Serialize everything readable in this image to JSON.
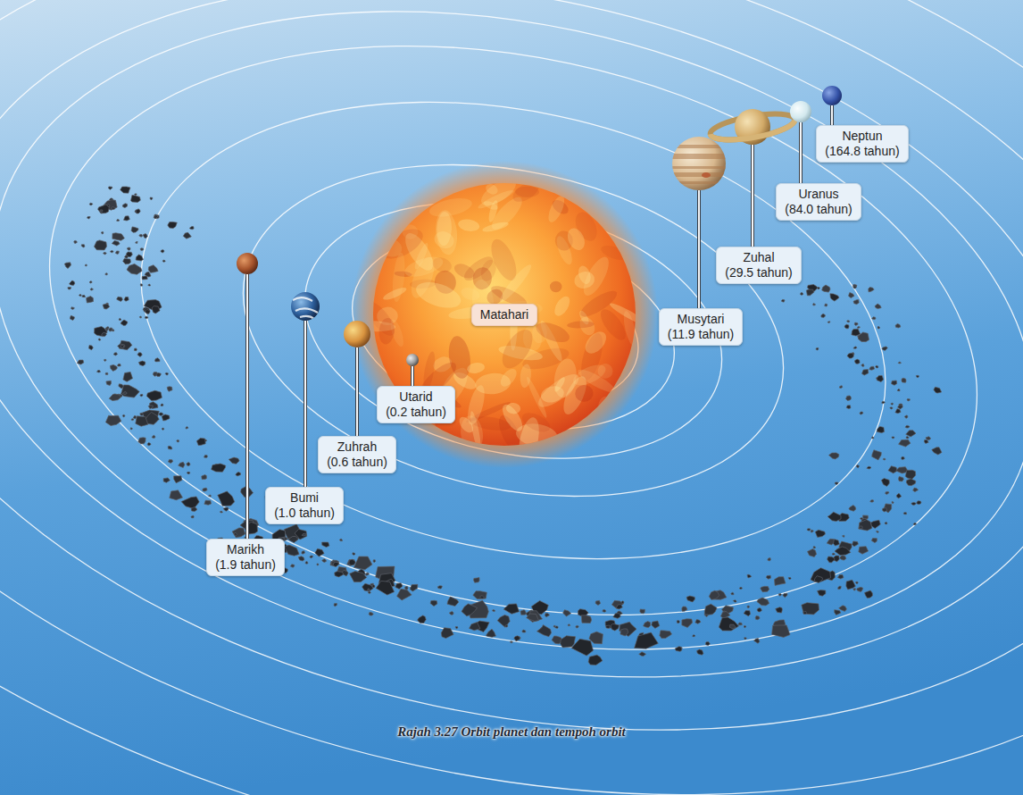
{
  "diagram": {
    "caption": "Rajah 3.27 Orbit planet dan tempoh orbit",
    "nodes": [
      {
        "text": [
          "Matahari"
        ]
      },
      {
        "text": [
          "Utarid",
          "(0.2 tahun)"
        ]
      },
      {
        "text": [
          "Zuhrah",
          "(0.6 tahun)"
        ]
      },
      {
        "text": [
          "Bumi",
          "(1.0 tahun)"
        ]
      },
      {
        "text": [
          "Marikh",
          "(1.9 tahun)"
        ]
      },
      {
        "text": [
          "Musytari",
          "(11.9 tahun)"
        ]
      },
      {
        "text": [
          "Zuhal",
          "(29.5 tahun)"
        ]
      },
      {
        "text": [
          "Uranus",
          "(84.0 tahun)"
        ]
      },
      {
        "text": [
          "Neptun",
          "(164.8 tahun)"
        ]
      }
    ]
  }
}
